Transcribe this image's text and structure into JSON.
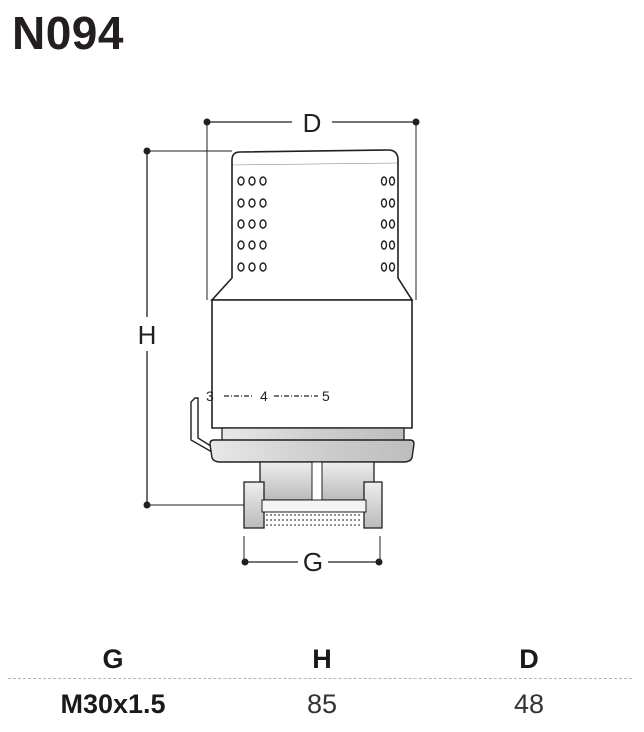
{
  "product_code": "N094",
  "drawing": {
    "dimension_labels": {
      "diameter": "D",
      "height": "H",
      "thread": "G"
    },
    "scale_marks": [
      "3",
      "4",
      "5"
    ]
  },
  "spec_table": {
    "headers": [
      "G",
      "H",
      "D"
    ],
    "rows": [
      [
        "M30x1.5",
        "85",
        "48"
      ]
    ]
  },
  "colors": {
    "outline": "#231f20",
    "fill": "#ffffff",
    "body_shade": "#d9d9d9"
  }
}
